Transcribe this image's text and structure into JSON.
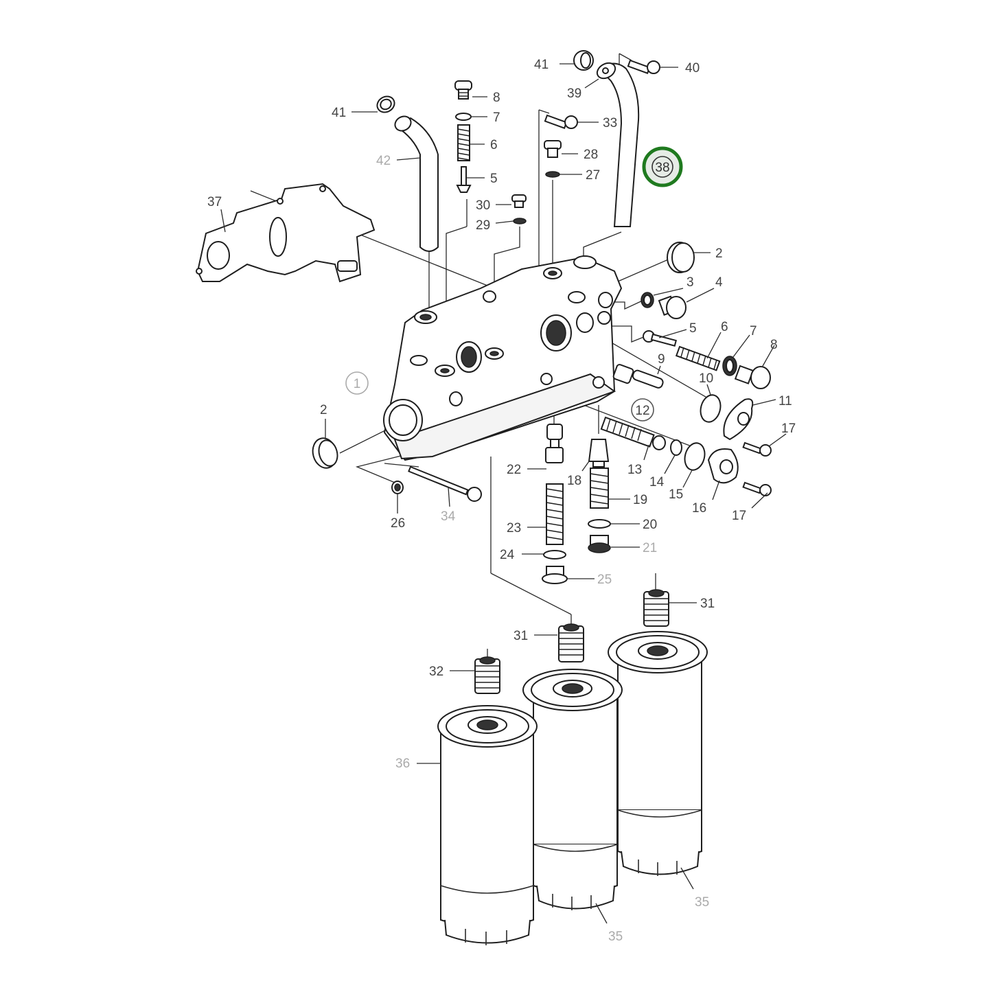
{
  "diagram": {
    "type": "exploded-parts-view",
    "subject": "Oil filter housing assembly with three oil filters",
    "highlight_color": "#1f7a1f",
    "label_color": "#444444",
    "secondary_label_color": "#aaaaaa",
    "highlighted_part": "38"
  },
  "callouts": {
    "c1": {
      "text": "1",
      "style": "circled-grey"
    },
    "c2a": {
      "text": "2",
      "style": "plain"
    },
    "c2b": {
      "text": "2",
      "style": "plain"
    },
    "c3": {
      "text": "3",
      "style": "plain"
    },
    "c4": {
      "text": "4",
      "style": "plain"
    },
    "c5a": {
      "text": "5",
      "style": "plain"
    },
    "c5b": {
      "text": "5",
      "style": "plain"
    },
    "c6a": {
      "text": "6",
      "style": "plain"
    },
    "c6b": {
      "text": "6",
      "style": "plain"
    },
    "c7a": {
      "text": "7",
      "style": "plain"
    },
    "c7b": {
      "text": "7",
      "style": "plain"
    },
    "c8a": {
      "text": "8",
      "style": "plain"
    },
    "c8b": {
      "text": "8",
      "style": "plain"
    },
    "c9": {
      "text": "9",
      "style": "plain"
    },
    "c10": {
      "text": "10",
      "style": "plain"
    },
    "c11": {
      "text": "11",
      "style": "plain"
    },
    "c12": {
      "text": "12",
      "style": "circled"
    },
    "c13": {
      "text": "13",
      "style": "plain"
    },
    "c14": {
      "text": "14",
      "style": "plain"
    },
    "c15": {
      "text": "15",
      "style": "plain"
    },
    "c16": {
      "text": "16",
      "style": "plain"
    },
    "c17a": {
      "text": "17",
      "style": "plain"
    },
    "c17b": {
      "text": "17",
      "style": "plain"
    },
    "c18": {
      "text": "18",
      "style": "plain"
    },
    "c19": {
      "text": "19",
      "style": "plain"
    },
    "c20": {
      "text": "20",
      "style": "plain"
    },
    "c21": {
      "text": "21",
      "style": "grey"
    },
    "c22": {
      "text": "22",
      "style": "plain"
    },
    "c23": {
      "text": "23",
      "style": "plain"
    },
    "c24": {
      "text": "24",
      "style": "plain"
    },
    "c25": {
      "text": "25",
      "style": "grey"
    },
    "c26": {
      "text": "26",
      "style": "plain"
    },
    "c27": {
      "text": "27",
      "style": "plain"
    },
    "c28": {
      "text": "28",
      "style": "plain"
    },
    "c29": {
      "text": "29",
      "style": "plain"
    },
    "c30": {
      "text": "30",
      "style": "plain"
    },
    "c31a": {
      "text": "31",
      "style": "plain"
    },
    "c31b": {
      "text": "31",
      "style": "plain"
    },
    "c32": {
      "text": "32",
      "style": "plain"
    },
    "c33": {
      "text": "33",
      "style": "plain"
    },
    "c34": {
      "text": "34",
      "style": "grey"
    },
    "c35a": {
      "text": "35",
      "style": "grey"
    },
    "c35b": {
      "text": "35",
      "style": "grey"
    },
    "c36": {
      "text": "36",
      "style": "grey"
    },
    "c37": {
      "text": "37",
      "style": "plain"
    },
    "c38": {
      "text": "38",
      "style": "circled-highlighted"
    },
    "c39": {
      "text": "39",
      "style": "plain"
    },
    "c40": {
      "text": "40",
      "style": "plain"
    },
    "c41a": {
      "text": "41",
      "style": "plain"
    },
    "c41b": {
      "text": "41",
      "style": "plain"
    },
    "c42": {
      "text": "42",
      "style": "grey"
    }
  }
}
